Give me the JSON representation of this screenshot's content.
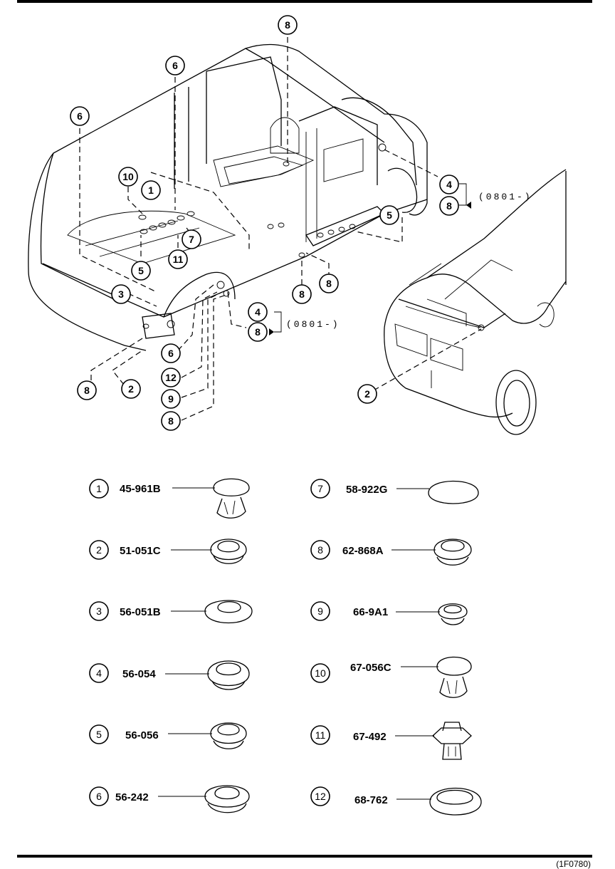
{
  "parts": [
    {
      "num": "1",
      "code": "45-961B"
    },
    {
      "num": "2",
      "code": "51-051C"
    },
    {
      "num": "3",
      "code": "56-051B"
    },
    {
      "num": "4",
      "code": "56-054"
    },
    {
      "num": "5",
      "code": "56-056"
    },
    {
      "num": "6",
      "code": "56-242"
    },
    {
      "num": "7",
      "code": "58-922G"
    },
    {
      "num": "8",
      "code": "62-868A"
    },
    {
      "num": "9",
      "code": "66-9A1"
    },
    {
      "num": "10",
      "code": "67-056C"
    },
    {
      "num": "11",
      "code": "67-492"
    },
    {
      "num": "12",
      "code": "68-762"
    }
  ],
  "callouts": {
    "c8_top": "8",
    "c6_mid": "6",
    "c6_left": "6",
    "c10": "10",
    "c1": "1",
    "c7": "7",
    "c11": "11",
    "c5_left": "5",
    "c3": "3",
    "c4_right": "4",
    "c8_right": "8",
    "c5_right": "5",
    "c8_mid": "8",
    "c8_mid2": "8",
    "c4_low": "4",
    "c8_low": "8",
    "c6_low": "6",
    "c12_low": "12",
    "c9_low": "9",
    "c8_low2": "8",
    "c8_far": "8",
    "c2_far": "2",
    "c2_front": "2"
  },
  "date_note_1": "(0801-)",
  "date_note_2": "(0801-)",
  "footer_code": "(1F0780)"
}
